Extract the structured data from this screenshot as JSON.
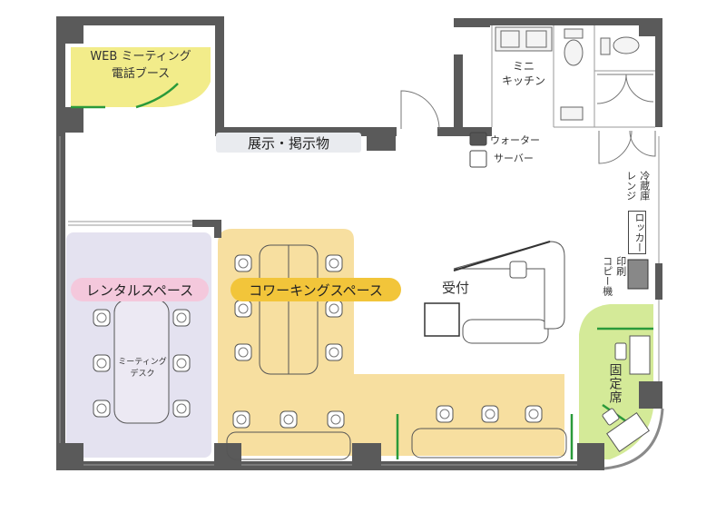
{
  "floor_plan": {
    "labels": {
      "web_meeting": "WEB ミーティング",
      "phone_booth": "電話ブース",
      "mini": "ミニ",
      "kitchen": "キッチン",
      "exhibition": "展示・掲示物",
      "water1": "ウォーター",
      "water2": "サーバー",
      "fridge": "冷蔵庫",
      "range": "レンジ",
      "locker": "ロッカー",
      "print": "印刷",
      "copy_machine": "コピー機",
      "rental_space": "レンタルスペース",
      "coworking_space": "コワーキングスペース",
      "reception": "受付",
      "meeting1": "ミーティング",
      "meeting2": "デスク",
      "fixed_seat": "固定席"
    },
    "colors": {
      "wall": "#5a5a5a",
      "phone_booth": "#f2ec8a",
      "rental_fill": "#e4e2f0",
      "rental_pill": "#f4c8dc",
      "coworking_fill": "#f7dfa0",
      "coworking_pill": "#f2c53a",
      "fixed_fill": "#d4ea98",
      "accent_line": "#2a9a3a",
      "exhibition_bg": "#e9ebef",
      "furniture": "#555555"
    }
  }
}
